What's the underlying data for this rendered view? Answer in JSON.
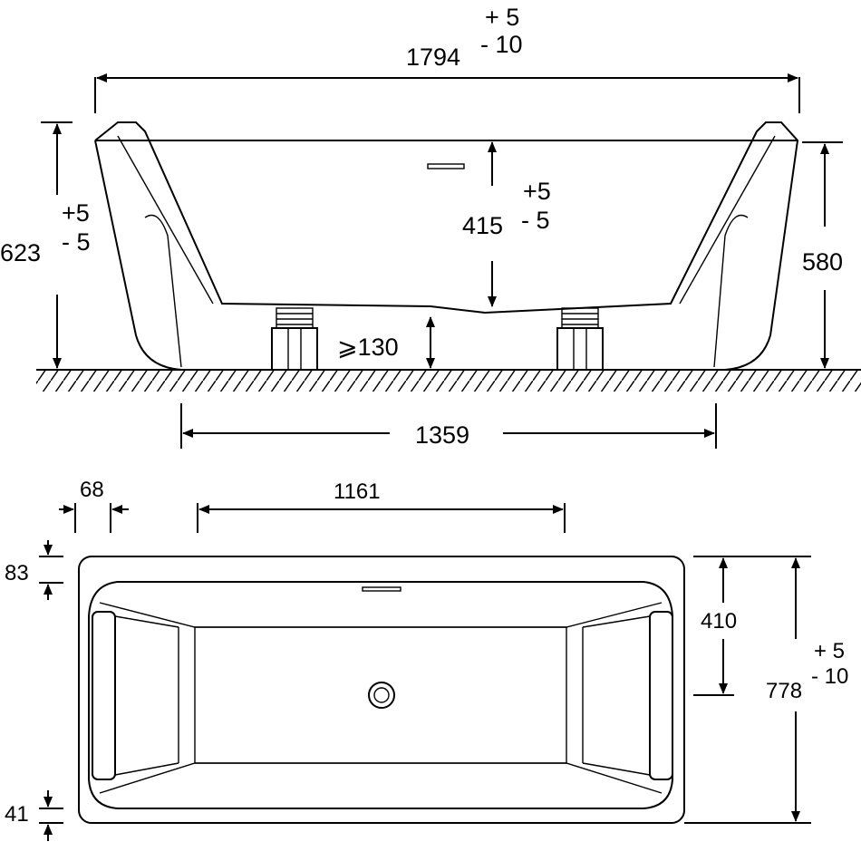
{
  "side_view": {
    "length": {
      "value": "1794",
      "tol_plus": "+ 5",
      "tol_minus": "- 10"
    },
    "total_height": {
      "value": "623",
      "tol_plus": "+5",
      "tol_minus": "- 5"
    },
    "inner_depth": {
      "value": "415",
      "tol_plus": "+5",
      "tol_minus": "- 5"
    },
    "rim_height": {
      "value": "580"
    },
    "floor_clearance": {
      "value": "⩾130"
    },
    "base_length": {
      "value": "1359"
    }
  },
  "top_view": {
    "rim_offset": {
      "value": "68"
    },
    "drain_distance": {
      "value": "1161"
    },
    "rim_top_width": {
      "value": "83"
    },
    "rim_bottom_width": {
      "value": "41"
    },
    "drain_offset": {
      "value": "410"
    },
    "width": {
      "value": "778",
      "tol_plus": "+ 5",
      "tol_minus": "- 10"
    }
  }
}
